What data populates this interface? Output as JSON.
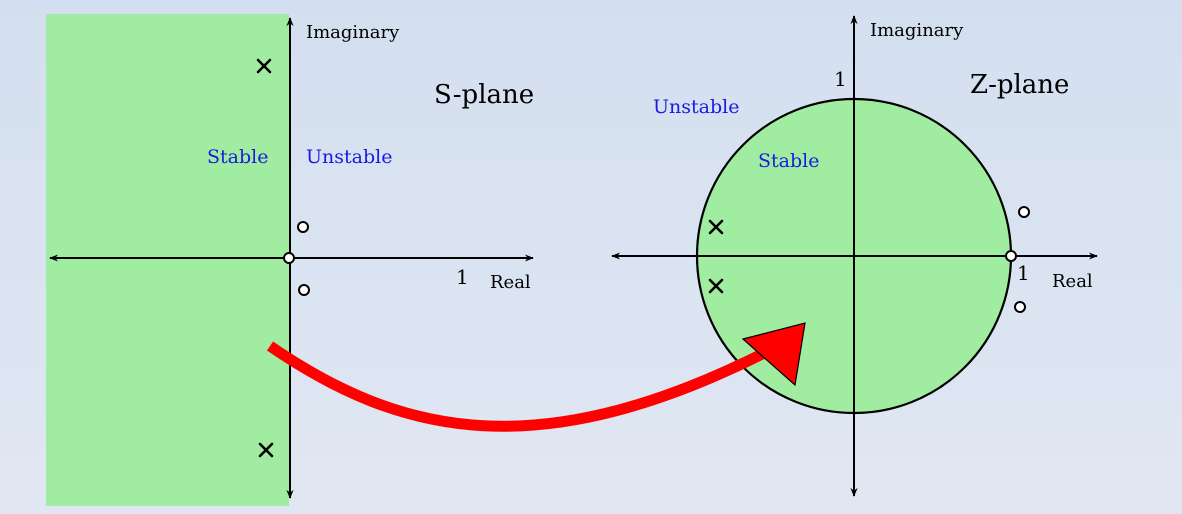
{
  "colors": {
    "stable_region": "#a0eda2",
    "axis": "#000000",
    "region_label": "#1a1ae0",
    "arrow": "#ff0000",
    "background_top": "#d3dff0",
    "background_bottom": "#e1e7f2"
  },
  "s_plane": {
    "title": "S-plane",
    "imag_axis_label": "Imaginary",
    "real_axis_label": "Real",
    "unit_tick_label": "1",
    "stable_label": "Stable",
    "unstable_label": "Unstable",
    "poles_count": 2,
    "zeros_count": 3
  },
  "z_plane": {
    "title": "Z-plane",
    "imag_axis_label": "Imaginary",
    "real_axis_label": "Real",
    "unit_tick_label_imag": "1",
    "unit_tick_label_real": "1",
    "stable_label": "Stable",
    "unstable_label": "Unstable",
    "poles_count": 2,
    "zeros_count": 3
  },
  "mapping_arrow": {
    "icon": "curved-mapping-arrow"
  }
}
